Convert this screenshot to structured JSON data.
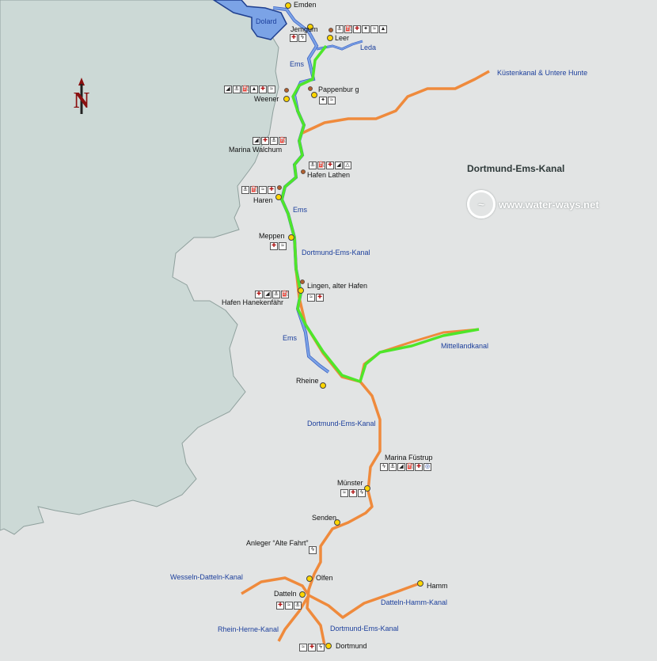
{
  "map": {
    "title": "Dortmund-Ems-Kanal",
    "watermark": "www.water-ways.net",
    "north_label": "N",
    "colors": {
      "background": "#e2e4e4",
      "netherlands": "#ccd9d6",
      "water": "#7ba3e6",
      "canal": "#ef8a3c",
      "route": "#4ee62a",
      "place_dot": "#ffd600"
    },
    "places": [
      {
        "name": "Emden"
      },
      {
        "name": "Jemgum"
      },
      {
        "name": "Leer"
      },
      {
        "name": "Pappenbur g"
      },
      {
        "name": "Weener"
      },
      {
        "name": "Marina Walchum"
      },
      {
        "name": "Hafen Lathen"
      },
      {
        "name": "Haren"
      },
      {
        "name": "Meppen"
      },
      {
        "name": "Lingen, alter Hafen"
      },
      {
        "name": "Hafen Hanekenfähr"
      },
      {
        "name": "Rheine"
      },
      {
        "name": "Marina Füstrup"
      },
      {
        "name": "Münster"
      },
      {
        "name": "Senden"
      },
      {
        "name": "Anleger “Alte Fahrt”"
      },
      {
        "name": "Olfen"
      },
      {
        "name": "Datteln"
      },
      {
        "name": "Hamm"
      },
      {
        "name": "Dortmund"
      }
    ],
    "waterways": [
      {
        "name": "Dolard"
      },
      {
        "name": "Leda"
      },
      {
        "name": "Ems"
      },
      {
        "name": "Küstenkanal & Untere Hunte"
      },
      {
        "name": "Ems"
      },
      {
        "name": "Dortmund-Ems-Kanal"
      },
      {
        "name": "Ems"
      },
      {
        "name": "Mittellandkanal"
      },
      {
        "name": "Dortmund-Ems-Kanal"
      },
      {
        "name": "Wesseln-Datteln-Kanal"
      },
      {
        "name": "Datteln-Hamm-Kanal"
      },
      {
        "name": "Rhein-Herne-Kanal"
      },
      {
        "name": "Dortmund-Ems-Kanal"
      }
    ]
  }
}
